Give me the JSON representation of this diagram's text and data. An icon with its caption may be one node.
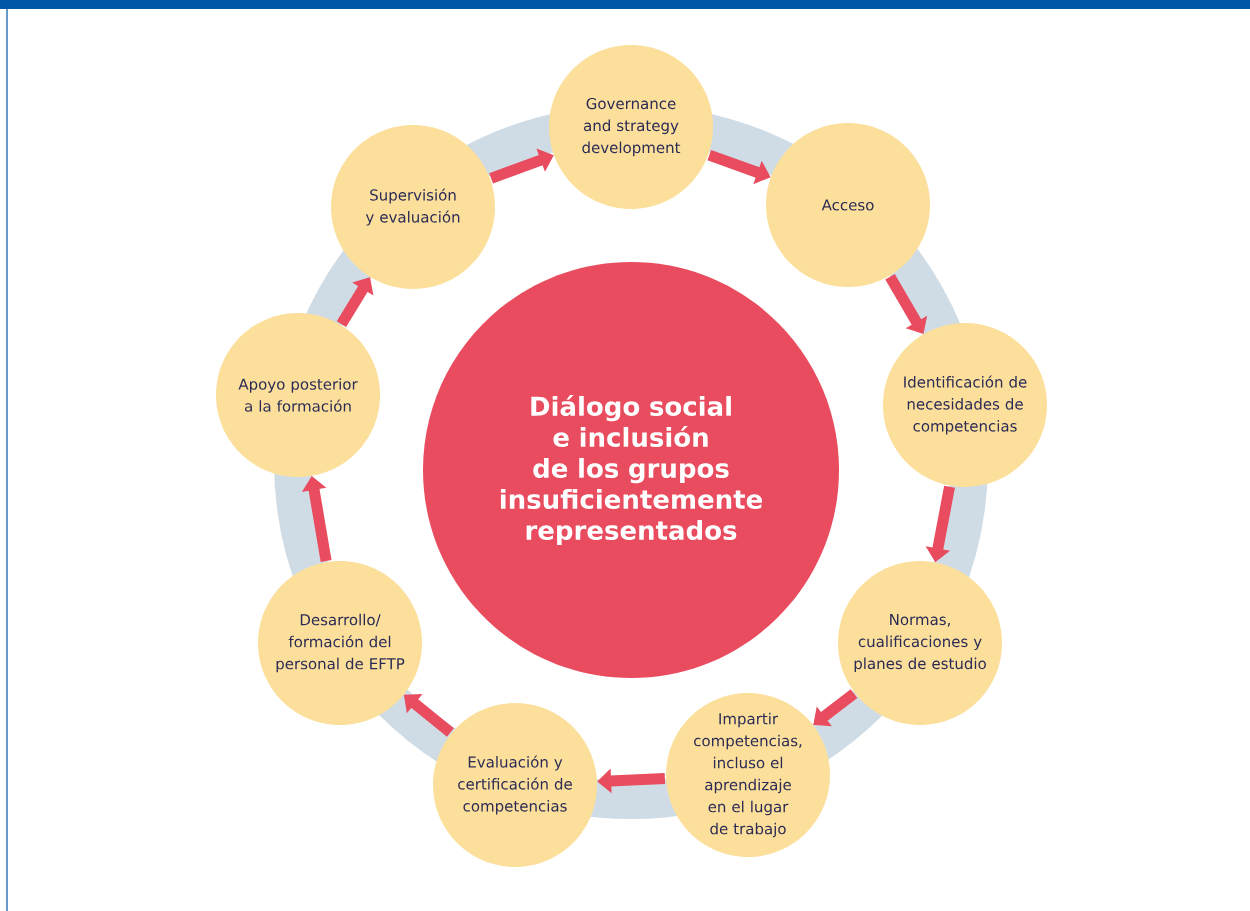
{
  "diagram": {
    "nodes": [
      {
        "text": [
          "Diálogo social e inclusión de los grupos insuficientemente representados"
        ]
      },
      {
        "text": [
          "Governance and strategy development"
        ]
      },
      {
        "text": [
          "Acceso"
        ]
      },
      {
        "text": [
          "Identificación de necesidades de competencias"
        ]
      },
      {
        "text": [
          "Normas, cualificaciones y planes de estudio"
        ]
      },
      {
        "text": [
          "Impartir competencias, incluso el aprendizaje en el lugar de trabajo"
        ]
      },
      {
        "text": [
          "Evaluación y certificación de competencias"
        ]
      },
      {
        "text": [
          "Desarrollo/ formación del personal de EFTP"
        ]
      },
      {
        "text": [
          "Apoyo posterior a la formación"
        ]
      },
      {
        "text": [
          "Supervisión y evaluación"
        ]
      }
    ],
    "edges": [
      {
        "from": 1,
        "to": 2,
        "arrow": "to"
      },
      {
        "from": 2,
        "to": 3,
        "arrow": "to"
      },
      {
        "from": 3,
        "to": 4,
        "arrow": "to"
      },
      {
        "from": 4,
        "to": 5,
        "arrow": "to"
      },
      {
        "from": 5,
        "to": 6,
        "arrow": "to"
      },
      {
        "from": 6,
        "to": 7,
        "arrow": "to"
      },
      {
        "from": 7,
        "to": 8,
        "arrow": "to"
      },
      {
        "from": 8,
        "to": 9,
        "arrow": "to"
      },
      {
        "from": 9,
        "to": 1,
        "arrow": "to"
      }
    ]
  }
}
